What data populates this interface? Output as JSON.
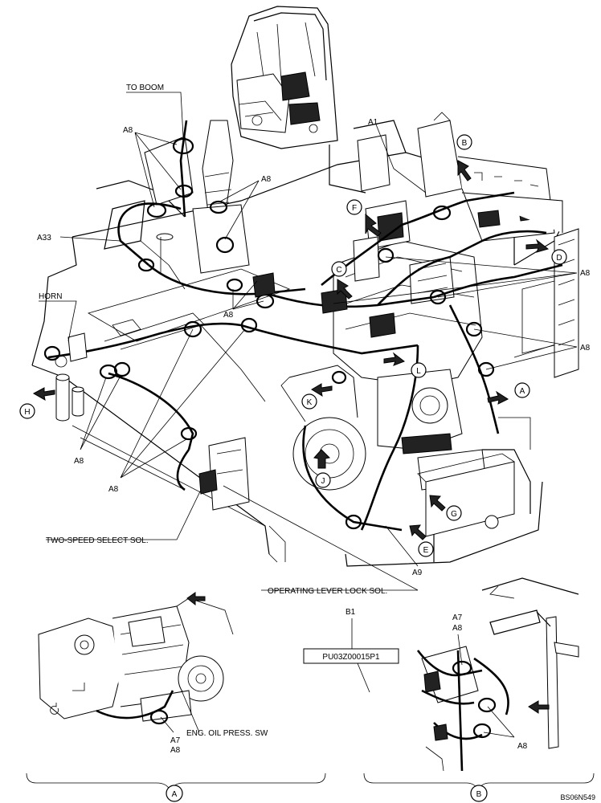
{
  "labels": {
    "to_boom": "TO BOOM",
    "horn": "HORN",
    "two_speed": "TWO-SPEED SELECT SOL.",
    "op_lever_lock": "OPERATING LEVER LOCK SOL.",
    "eng_oil_press": "ENG. OIL PRESS. SW",
    "part_number": "PU03Z00015P1",
    "doc_code": "BS06N549"
  },
  "refs": {
    "a1": "A1",
    "a7": "A7",
    "a8": "A8",
    "a9": "A9",
    "a33": "A33",
    "b1": "B1"
  },
  "view_markers": [
    "A",
    "B",
    "C",
    "D",
    "E",
    "F",
    "G",
    "H",
    "J",
    "K",
    "L"
  ],
  "detail_views": {
    "left": "A",
    "right": "B"
  }
}
